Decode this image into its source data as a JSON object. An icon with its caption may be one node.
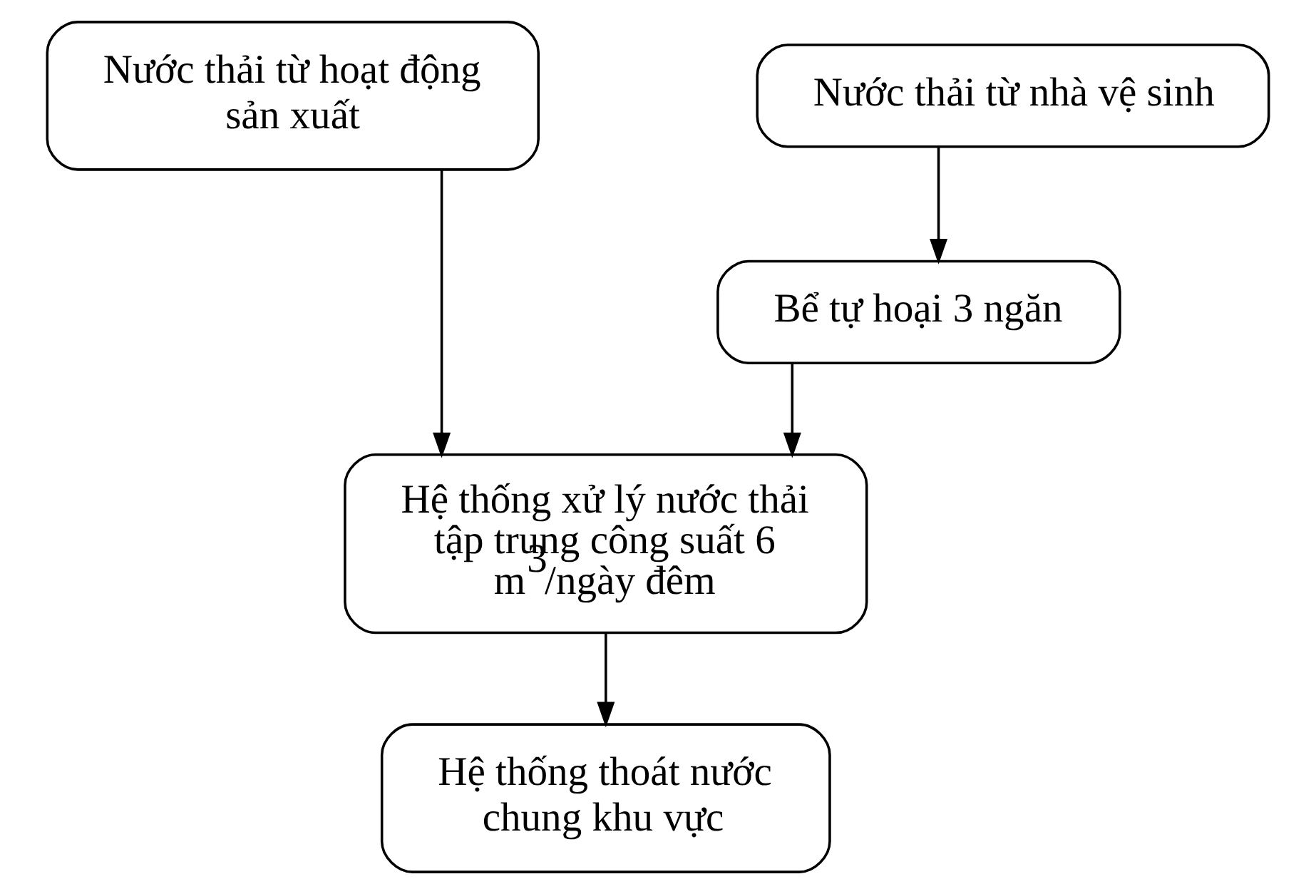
{
  "diagram": {
    "nodes": [
      {
        "text": [
          "Nước thải từ hoạt động sản xuất"
        ]
      },
      {
        "text": [
          "Nước thải từ nhà vệ sinh"
        ]
      },
      {
        "text": [
          "Bể tự hoại 3 ngăn"
        ]
      },
      {
        "text": [
          "Hệ thống xử lý nước thải tập trung công suất 6 m$^{3}$/ngày đêm"
        ]
      },
      {
        "text": [
          "Hệ thống thoát nước chung khu vực"
        ]
      }
    ],
    "edges": [
      {
        "from": 0,
        "to": 3,
        "arrow": "to"
      },
      {
        "from": 1,
        "to": 2,
        "arrow": "to"
      },
      {
        "from": 2,
        "to": 3,
        "arrow": "to"
      },
      {
        "from": 3,
        "to": 4,
        "arrow": "to"
      }
    ]
  }
}
